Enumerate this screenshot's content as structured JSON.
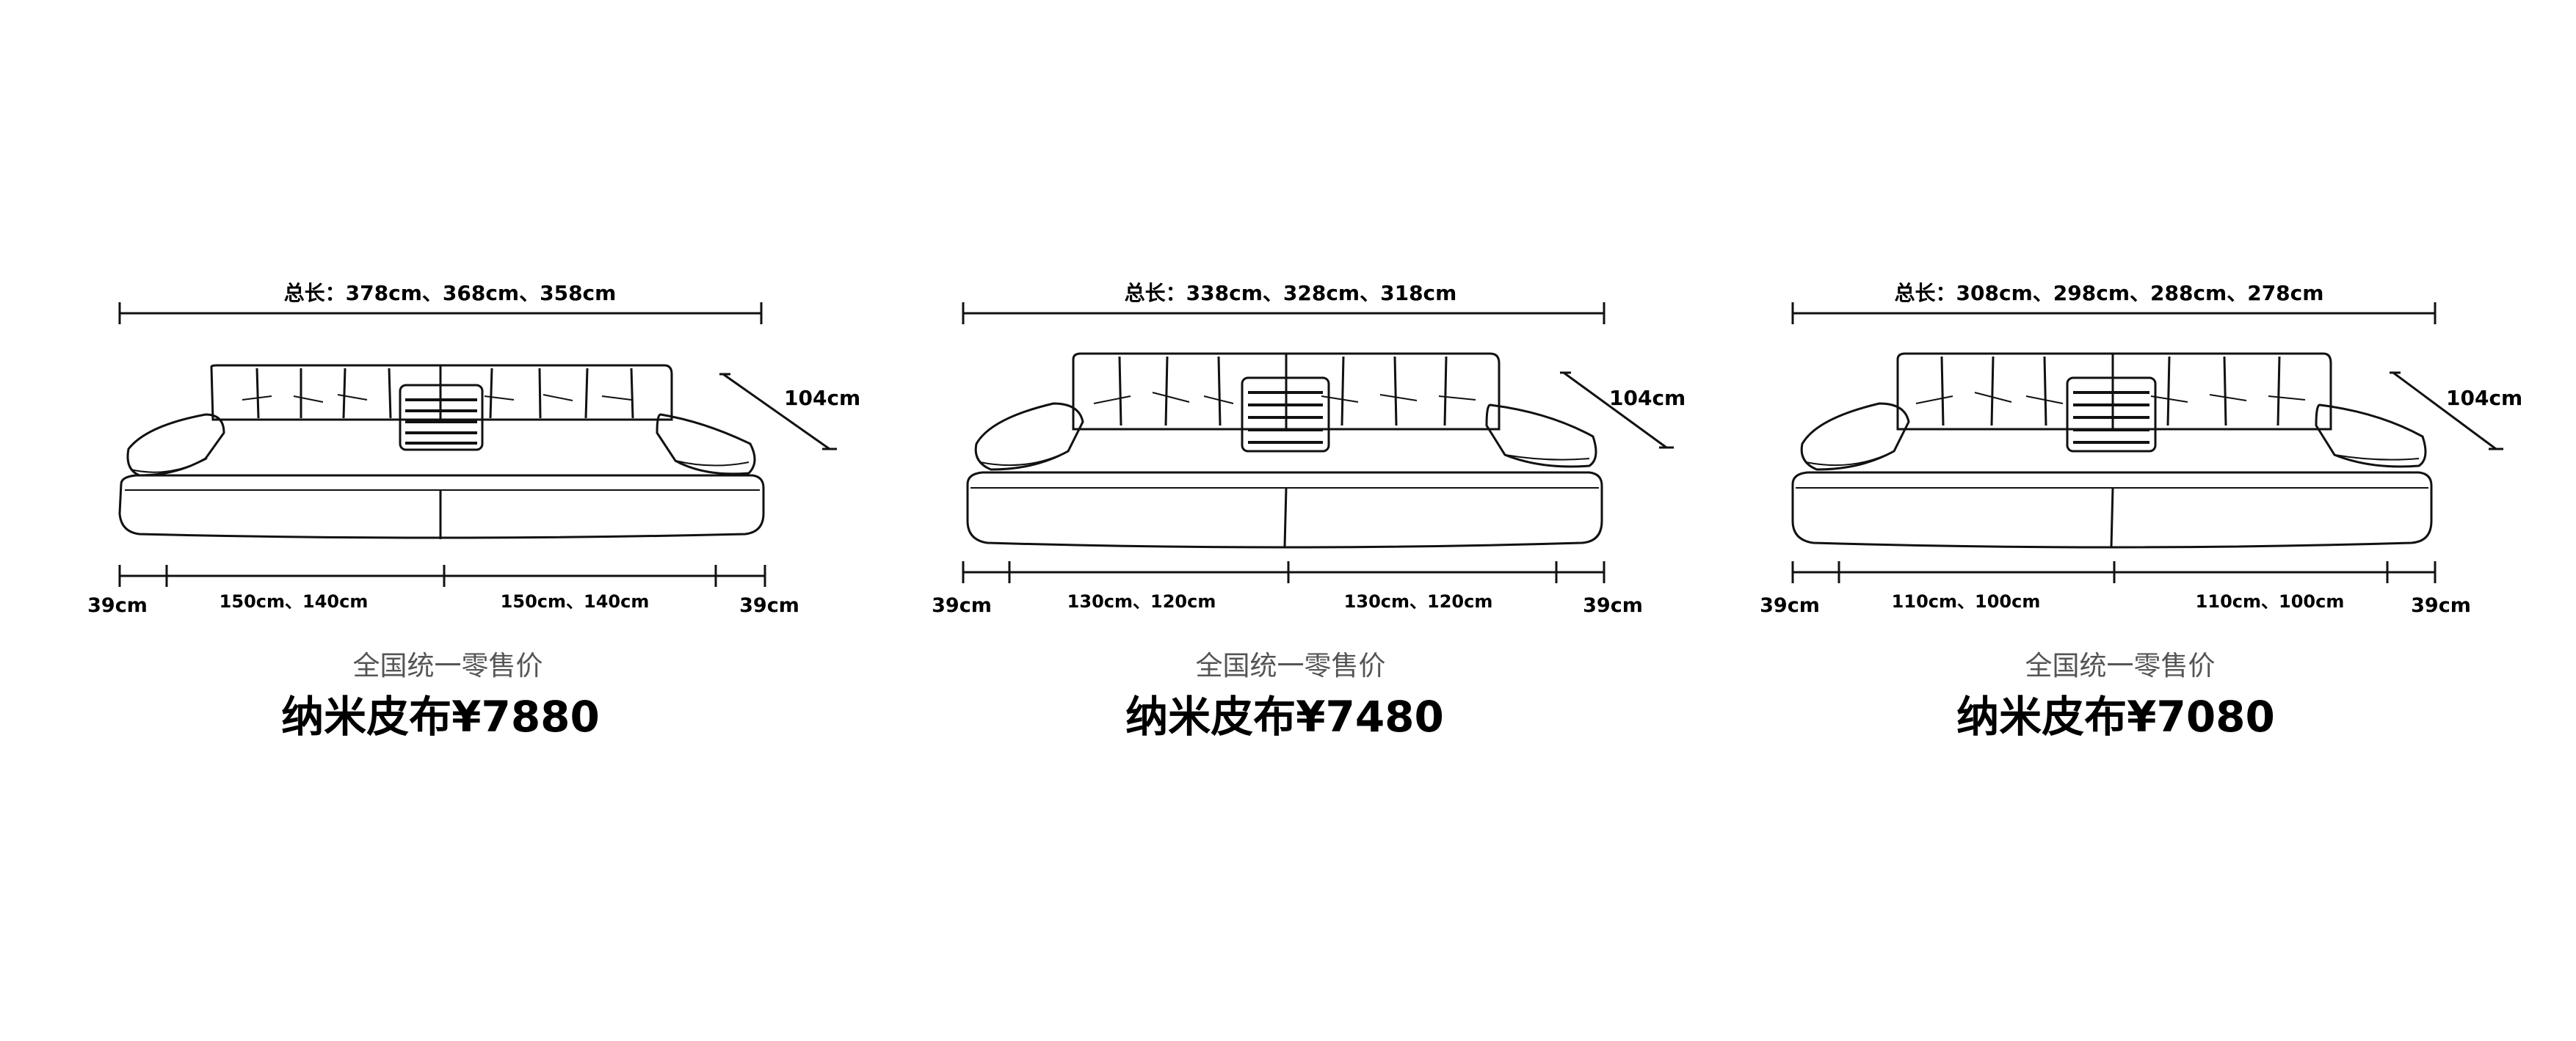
{
  "products": [
    {
      "total_label": "总长：378cm、368cm、358cm",
      "depth_label": "104cm",
      "left_end_label": "39cm",
      "right_end_label": "39cm",
      "seg_left_label": "150cm、140cm",
      "seg_right_label": "150cm、140cm",
      "subtitle": "全国统一零售价",
      "price": "纳米皮布¥7880"
    },
    {
      "total_label": "总长：338cm、328cm、318cm",
      "depth_label": "104cm",
      "left_end_label": "39cm",
      "right_end_label": "39cm",
      "seg_left_label": "130cm、120cm",
      "seg_right_label": "130cm、120cm",
      "subtitle": "全国统一零售价",
      "price": "纳米皮布¥7480"
    },
    {
      "total_label": "总长：308cm、298cm、288cm、278cm",
      "depth_label": "104cm",
      "left_end_label": "39cm",
      "right_end_label": "39cm",
      "seg_left_label": "110cm、100cm",
      "seg_right_label": "110cm、100cm",
      "subtitle": "全国统一零售价",
      "price": "纳米皮布¥7080"
    }
  ]
}
